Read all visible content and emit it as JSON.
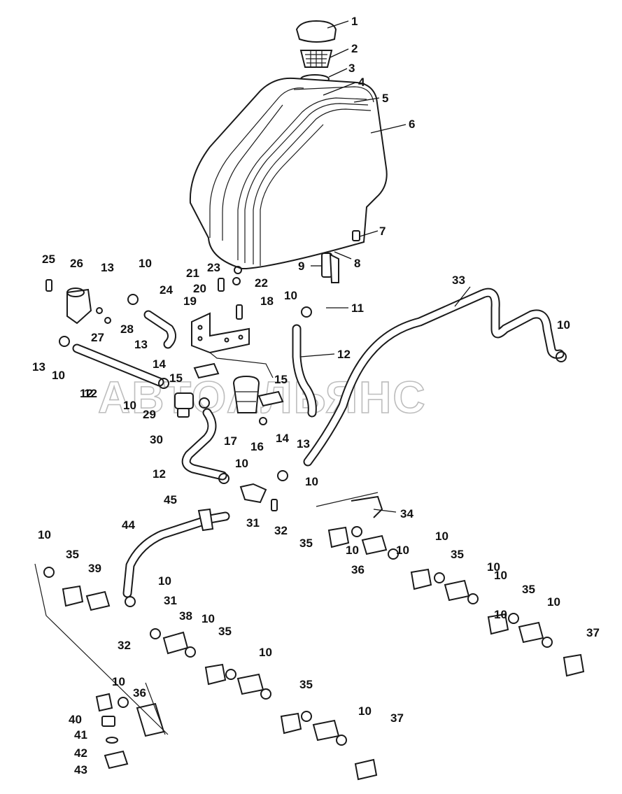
{
  "watermark": "АВТОАЛЬЯНС",
  "callouts": [
    "1",
    "2",
    "3",
    "4",
    "5",
    "6",
    "7",
    "8",
    "9",
    "10",
    "10",
    "10",
    "10",
    "10",
    "10",
    "10",
    "10",
    "10",
    "10",
    "10",
    "10",
    "10",
    "10",
    "10",
    "10",
    "10",
    "10",
    "10",
    "10",
    "11",
    "12",
    "12",
    "12",
    "12",
    "13",
    "13",
    "13",
    "13",
    "14",
    "14",
    "15",
    "15",
    "16",
    "17",
    "18",
    "19",
    "20",
    "21",
    "22",
    "23",
    "24",
    "25",
    "26",
    "27",
    "28",
    "29",
    "30",
    "31",
    "31",
    "32",
    "32",
    "33",
    "34",
    "35",
    "35",
    "35",
    "35",
    "35",
    "35",
    "36",
    "36",
    "37",
    "37",
    "38",
    "39",
    "40",
    "41",
    "42",
    "43",
    "44",
    "45"
  ]
}
